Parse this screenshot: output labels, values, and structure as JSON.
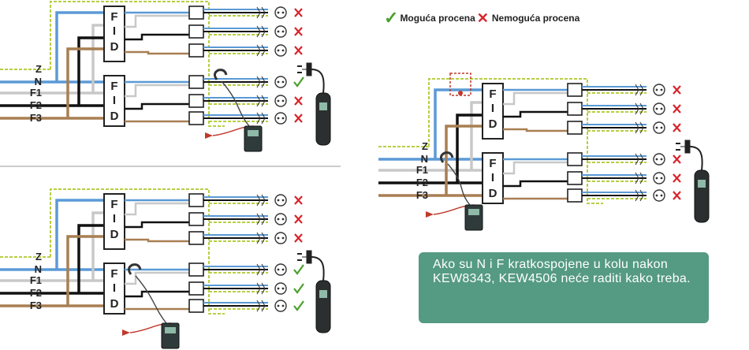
{
  "legend": {
    "possible_label": "Moguća procena",
    "impossible_label": "Nemoguća procena"
  },
  "note": {
    "text": "Ako su N i F kratkospojene u kolu nakon KEW8343, KEW4506 neće raditi kako treba."
  },
  "labels": {
    "z": "Z",
    "n": "N",
    "f1": "F1",
    "f2": "F2",
    "f3": "F3",
    "fid_f": "F",
    "fid_i": "I",
    "fid_d": "D"
  },
  "diagrams": [
    {
      "id": "top-left",
      "marks": [
        "x",
        "x",
        "x",
        "check",
        "x",
        "x"
      ]
    },
    {
      "id": "bottom-left",
      "marks": [
        "x",
        "x",
        "x",
        "check",
        "check",
        "check"
      ]
    },
    {
      "id": "right",
      "marks": [
        "x",
        "x",
        "x",
        "x",
        "x",
        "x"
      ]
    }
  ],
  "colors": {
    "earth": "#b5cf42",
    "neutral": "#5b9ad6",
    "phase1": "#c8c8c8",
    "phase2": "#111111",
    "phase3": "#a87f52",
    "check": "#4aa02c",
    "cross": "#d9222a",
    "note_bg": "#559a83"
  }
}
